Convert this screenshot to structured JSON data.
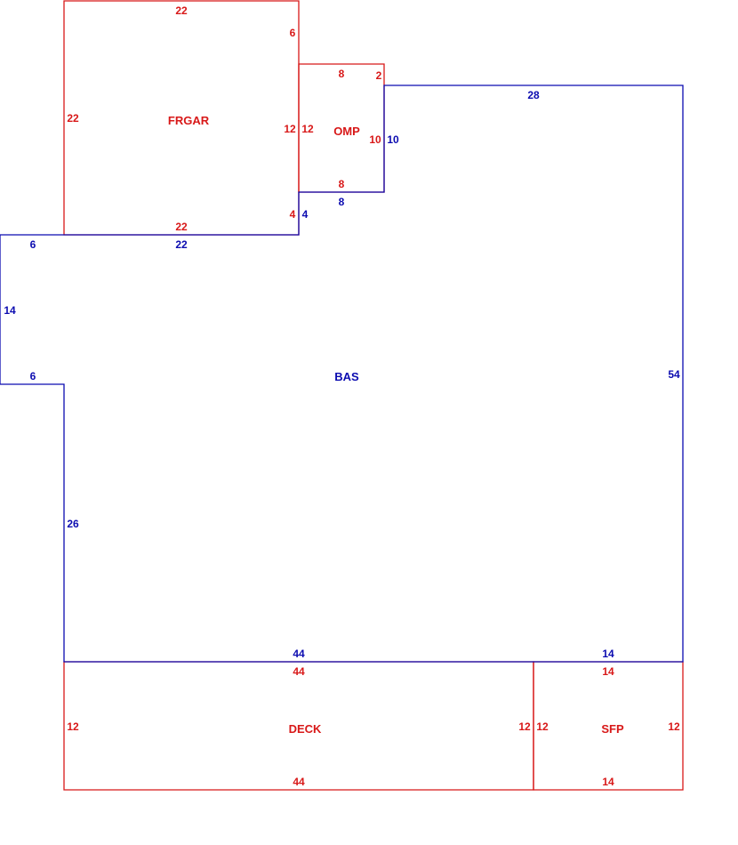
{
  "colors": {
    "red": "#d81818",
    "blue": "#0b0bb0"
  },
  "areas": {
    "frgar": {
      "label": "FRGAR",
      "dims": {
        "top": "22",
        "right_upper": "6",
        "left": "22",
        "right_mid": "12",
        "right_lower": "4",
        "bottom": "22"
      }
    },
    "omp": {
      "label": "OMP",
      "dims": {
        "top": "8",
        "right_upper": "2",
        "left": "12",
        "right": "10",
        "bottom": "8"
      }
    },
    "bas": {
      "label": "BAS",
      "dims": {
        "top": "28",
        "omp_right": "10",
        "omp_bottom": "8",
        "frgar_right": "4",
        "frgar_bottom": "22",
        "bump_top": "6",
        "bump_left": "14",
        "bump_bottom": "6",
        "left": "26",
        "bottom_left": "44",
        "bottom_right": "14",
        "right": "54"
      }
    },
    "deck": {
      "label": "DECK",
      "dims": {
        "top": "44",
        "left": "12",
        "right": "12",
        "bottom": "44"
      }
    },
    "sfp": {
      "label": "SFP",
      "dims": {
        "top": "14",
        "left": "12",
        "right": "12",
        "bottom": "14"
      }
    }
  }
}
